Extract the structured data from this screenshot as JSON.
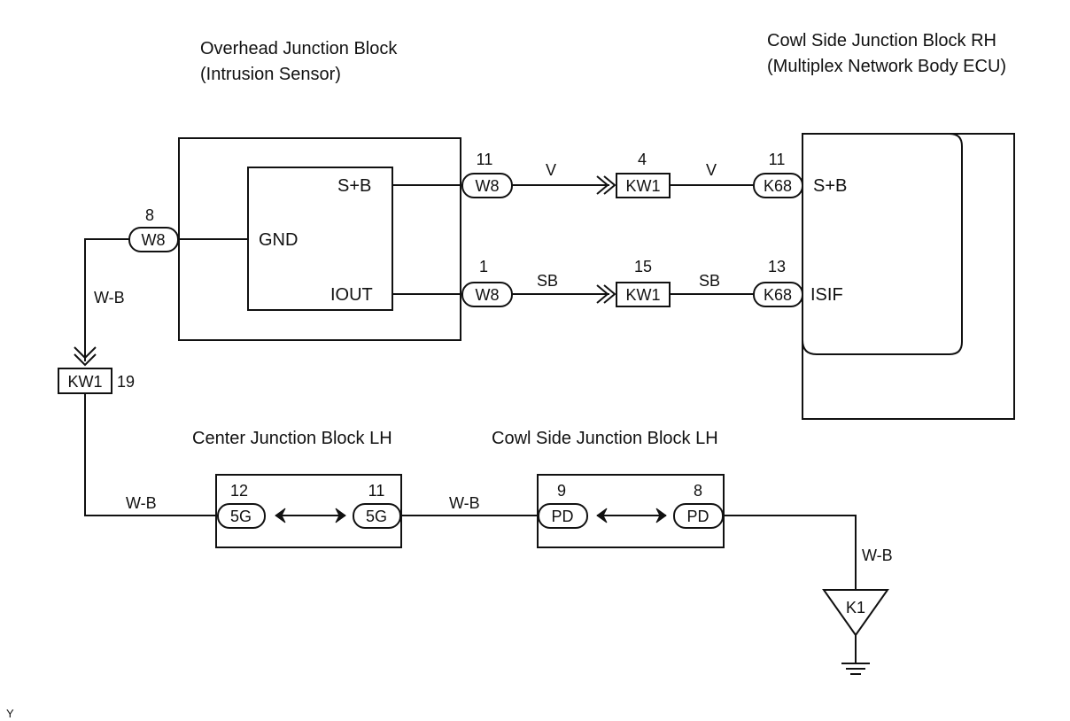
{
  "components": {
    "overhead_junction_block": {
      "title_line1": "Overhead Junction Block",
      "title_line2": "(Intrusion Sensor)",
      "terminal_splusb": "S+B",
      "terminal_gnd": "GND",
      "terminal_iout": "IOUT"
    },
    "cowl_side_junction_block_rh": {
      "title_line1": "Cowl Side Junction Block RH",
      "title_line2": "(Multiplex Network Body ECU)",
      "terminal_splusb": "S+B",
      "terminal_isif": "ISIF"
    },
    "center_junction_block_lh": {
      "title": "Center Junction Block LH"
    },
    "cowl_side_junction_block_lh": {
      "title": "Cowl Side Junction Block LH"
    }
  },
  "connectors": {
    "w8_gnd": {
      "id": "W8",
      "pin": "8"
    },
    "w8_splusb": {
      "id": "W8",
      "pin": "11"
    },
    "w8_iout": {
      "id": "W8",
      "pin": "1"
    },
    "kw1_top": {
      "id": "KW1",
      "pin": "4"
    },
    "kw1_mid": {
      "id": "KW1",
      "pin": "15"
    },
    "kw1_left": {
      "id": "KW1",
      "pin": "19"
    },
    "k68_splusb": {
      "id": "K68",
      "pin": "11"
    },
    "k68_isif": {
      "id": "K68",
      "pin": "13"
    },
    "g5_left": {
      "id": "5G",
      "pin": "12"
    },
    "g5_right": {
      "id": "5G",
      "pin": "11"
    },
    "pd_left": {
      "id": "PD",
      "pin": "9"
    },
    "pd_right": {
      "id": "PD",
      "pin": "8"
    },
    "ground_k1": {
      "id": "K1"
    }
  },
  "wires": {
    "v_left": "V",
    "v_right": "V",
    "sb_left": "SB",
    "sb_right": "SB",
    "wb_vertical": "W-B",
    "wb_bottom_left": "W-B",
    "wb_bottom_mid": "W-B",
    "wb_ground": "W-B"
  },
  "footer": {
    "mark": "Y"
  }
}
